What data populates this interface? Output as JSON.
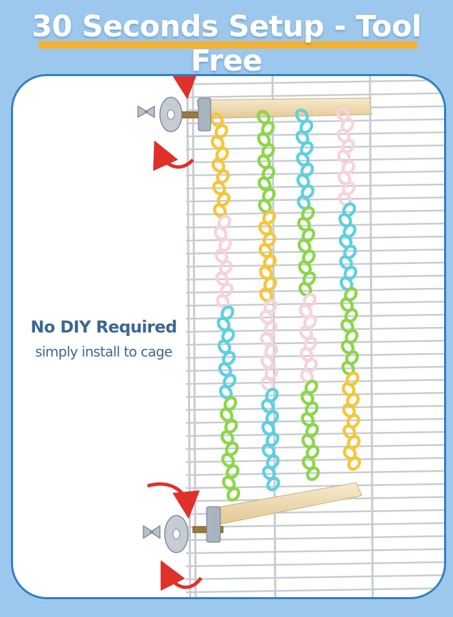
{
  "headline": "30 Seconds Setup - Tool Free",
  "caption": {
    "title": "No DIY Required",
    "subtitle": "simply install to cage"
  },
  "colors": {
    "background": "#9cc8ee",
    "panel_border": "#2f7fc4",
    "headline_underline": "#f2b233",
    "caption_text": "#3d6792",
    "arrow": "#e0302a",
    "wood": "#efdcb4",
    "chain_yellow": "#f5c63a",
    "chain_green": "#8cd64a",
    "chain_cyan": "#5fd0de",
    "chain_pink": "#f6d3dc"
  },
  "icons": [
    "wing-nut-icon",
    "washer-icon",
    "bolt-icon",
    "rotate-arrow-icon"
  ]
}
